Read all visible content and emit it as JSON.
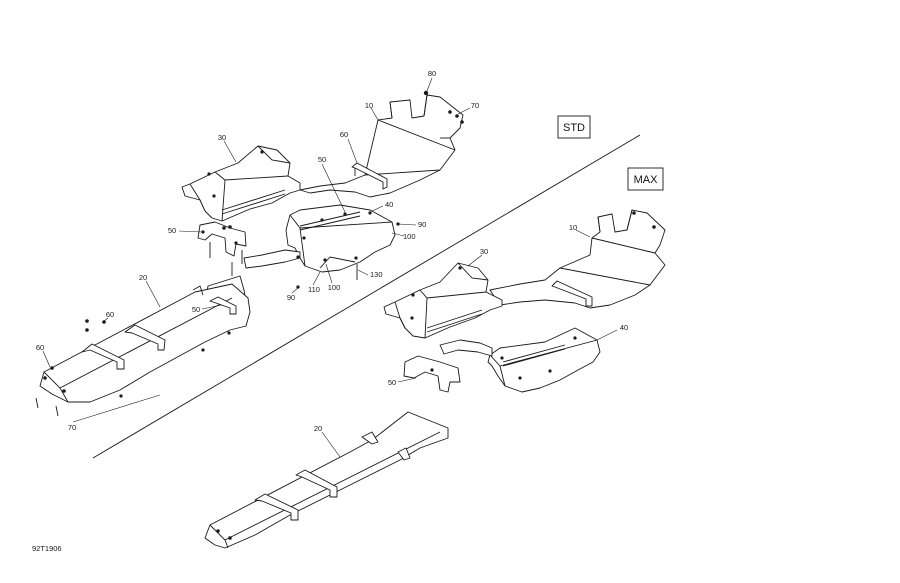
{
  "variants": {
    "std": "STD",
    "max": "MAX"
  },
  "reference": "92T1906",
  "std_callouts": {
    "c80": "80",
    "c70a": "70",
    "c10": "10",
    "c60a": "60",
    "c30": "30",
    "c50a": "50",
    "c40": "40",
    "c90a": "90",
    "c100a": "100",
    "c50b": "50",
    "c130": "130",
    "c90b": "90",
    "c110": "110",
    "c100b": "100",
    "c20": "20",
    "c50c": "50",
    "c60b": "60",
    "c60c": "60",
    "c70b": "70"
  },
  "max_callouts": {
    "c10": "10",
    "c30": "30",
    "c40": "40",
    "c50": "50",
    "c20": "20"
  }
}
